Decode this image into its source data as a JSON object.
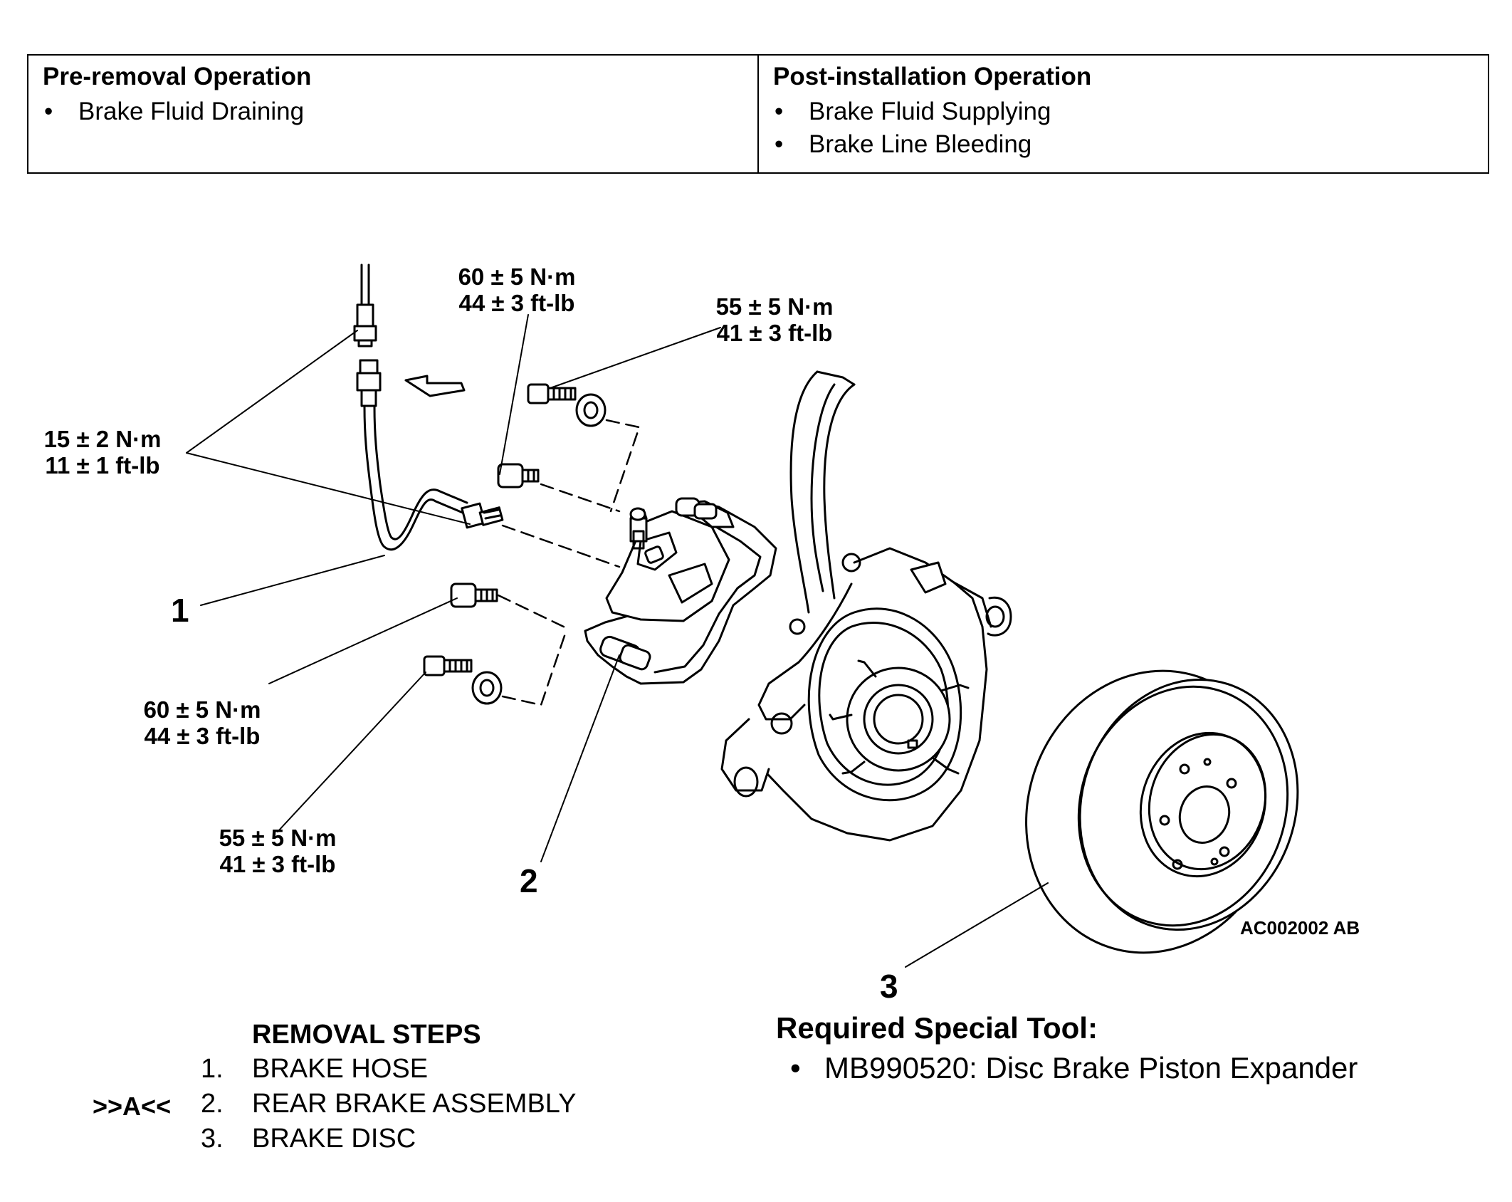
{
  "operations": {
    "pre_removal": {
      "heading": "Pre-removal Operation",
      "items": [
        "Brake Fluid Draining"
      ]
    },
    "post_installation": {
      "heading": "Post-installation Operation",
      "items": [
        "Brake Fluid Supplying",
        "Brake Line Bleeding"
      ]
    }
  },
  "torque_labels": {
    "caliper_upper_bolt": {
      "nm": "60 ± 5 N·m",
      "ftlb": "44 ± 3 ft-lb"
    },
    "bracket_upper_bolt": {
      "nm": "55 ± 5 N·m",
      "ftlb": "41 ± 3 ft-lb"
    },
    "hose_fittings": {
      "nm": "15 ± 2 N·m",
      "ftlb": "11 ± 1 ft-lb"
    },
    "caliper_lower_bolt": {
      "nm": "60 ± 5 N·m",
      "ftlb": "44 ± 3 ft-lb"
    },
    "bracket_lower_bolt": {
      "nm": "55 ± 5 N·m",
      "ftlb": "41 ± 3 ft-lb"
    }
  },
  "callouts": [
    "1",
    "2",
    "3"
  ],
  "figure_id": "AC002002 AB",
  "removal_steps": {
    "title": "REMOVAL STEPS",
    "steps": [
      {
        "marker": "",
        "number": "1.",
        "label": "BRAKE HOSE"
      },
      {
        "marker": ">>A<<",
        "number": "2.",
        "label": "REAR BRAKE ASSEMBLY"
      },
      {
        "marker": "",
        "number": "3.",
        "label": "BRAKE DISC"
      }
    ]
  },
  "special_tool": {
    "title": "Required Special Tool:",
    "items": [
      "MB990520: Disc Brake Piston Expander"
    ]
  }
}
